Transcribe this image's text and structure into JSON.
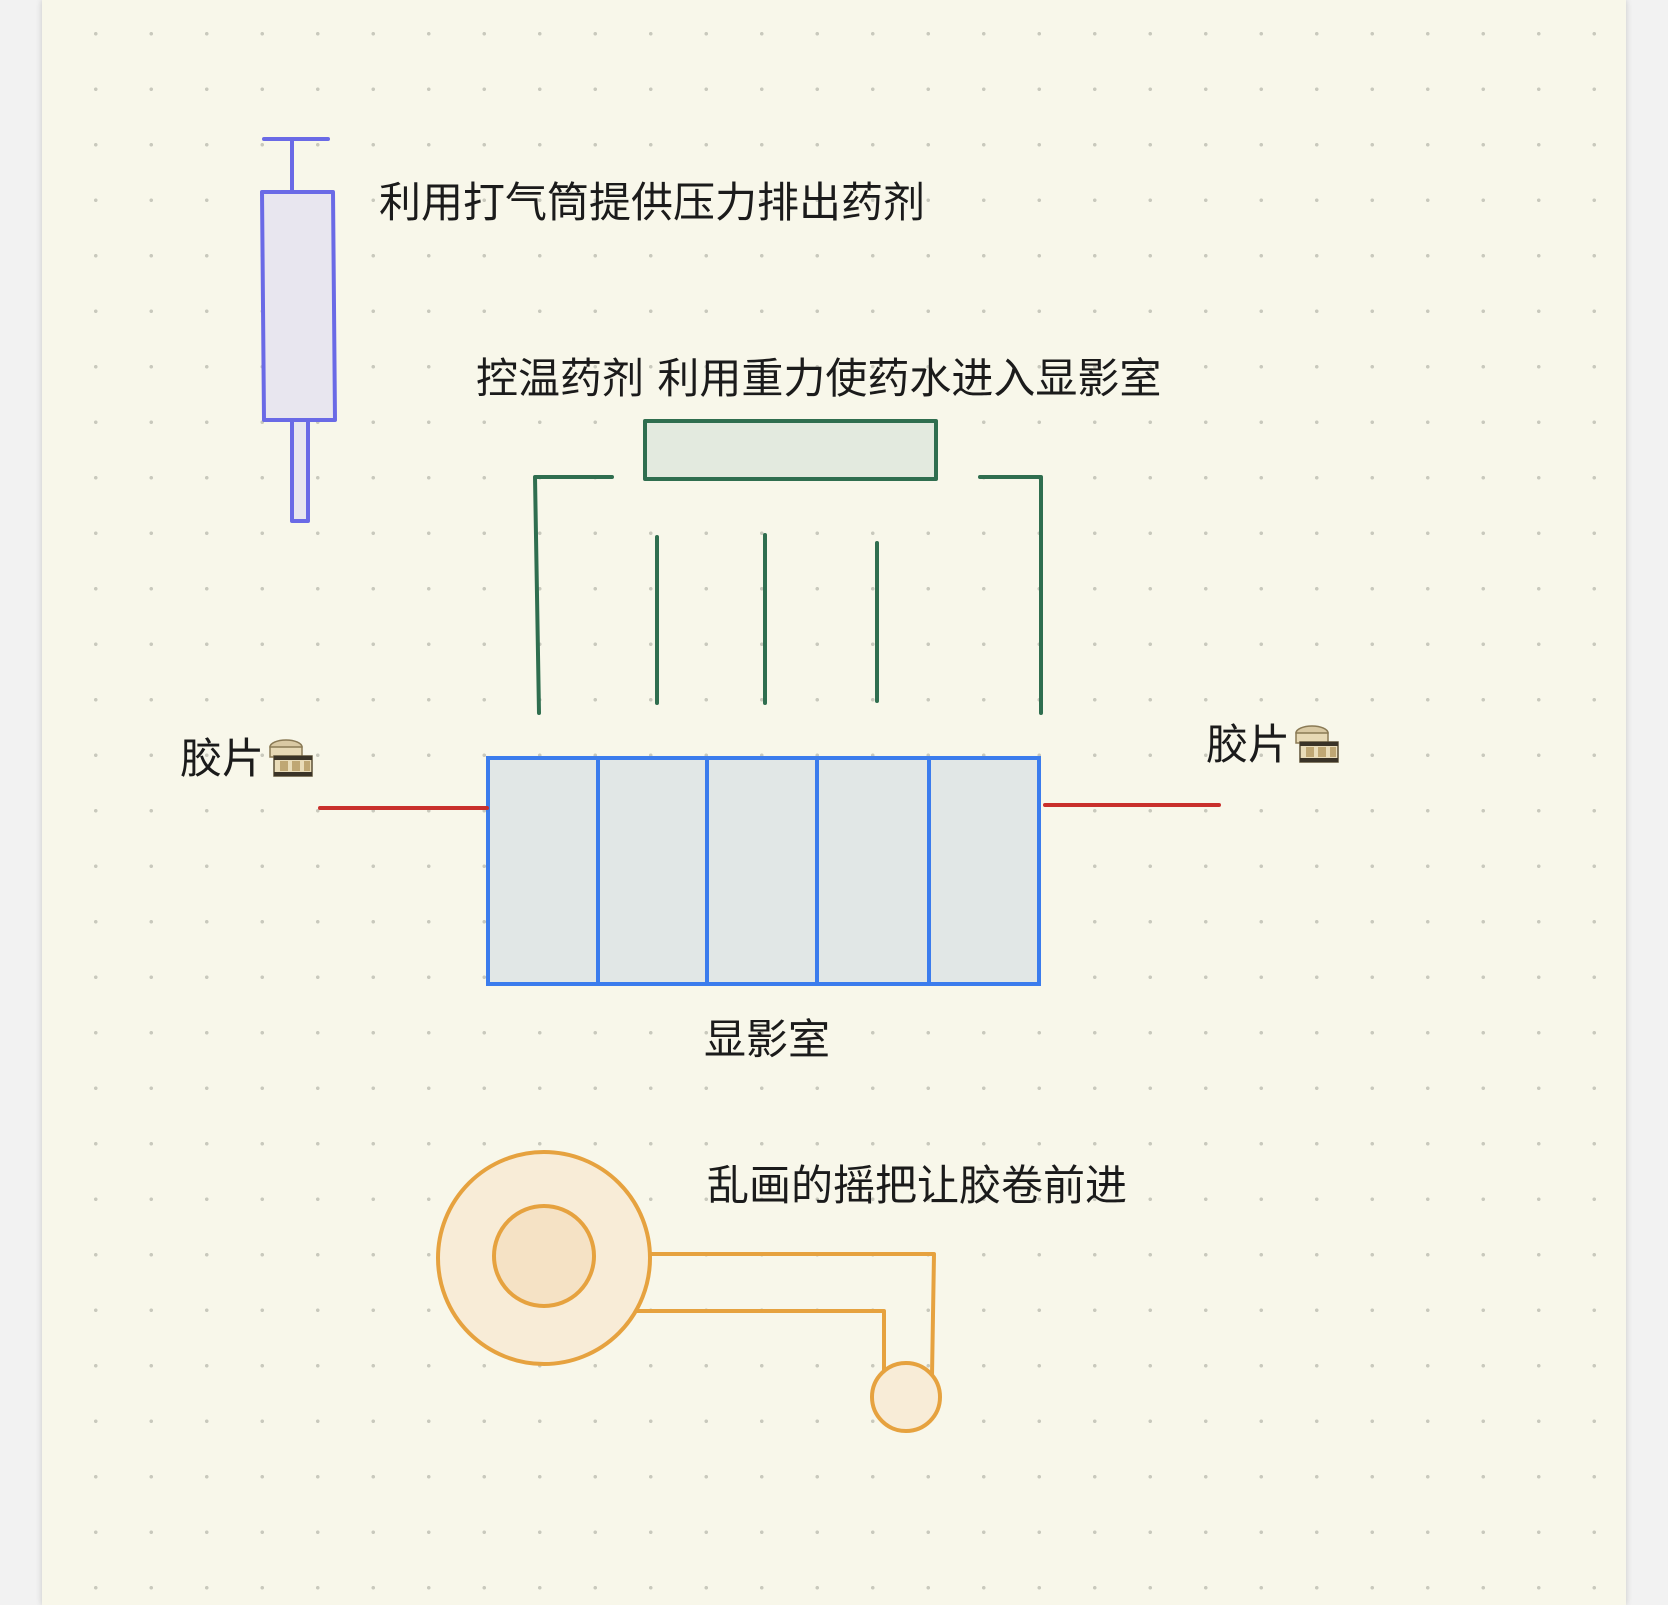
{
  "labels": {
    "pump_note": "利用打气筒提供压力排出药剂",
    "tank_note": "控温药剂 利用重力使药水进入显影室",
    "film_left": "胶片",
    "film_right": "胶片",
    "chamber": "显影室",
    "crank_note": "乱画的摇把让胶卷前进"
  },
  "icons": {
    "film_left_icon": "film-reel-icon",
    "film_right_icon": "film-reel-icon"
  },
  "colors": {
    "pump": "#6a6ae6",
    "tank": "#2f6e4f",
    "chamber": "#3b7ced",
    "film": "#c9302c",
    "crank": "#e6a23f",
    "paper": "#f8f7ea"
  }
}
